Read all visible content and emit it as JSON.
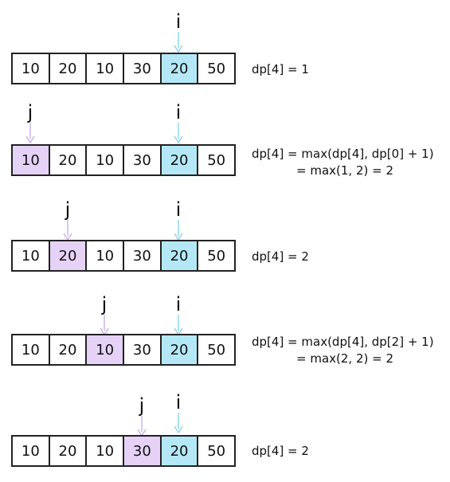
{
  "colors": {
    "i_highlight": "#b5e8f7",
    "j_highlight": "#e6d2f7",
    "i_arrow": "#8fd6ec",
    "j_arrow": "#cfb2ec",
    "border": "#222222"
  },
  "pointer_labels": {
    "i": "i",
    "j": "j"
  },
  "steps": [
    {
      "cells": [
        "10",
        "20",
        "10",
        "30",
        "20",
        "50"
      ],
      "i_index": 4,
      "j_index": null,
      "formula_line1": "dp[4] = 1",
      "formula_line2": ""
    },
    {
      "cells": [
        "10",
        "20",
        "10",
        "30",
        "20",
        "50"
      ],
      "i_index": 4,
      "j_index": 0,
      "formula_line1": "dp[4] = max(dp[4], dp[0] + 1)",
      "formula_line2": "= max(1, 2) = 2"
    },
    {
      "cells": [
        "10",
        "20",
        "10",
        "30",
        "20",
        "50"
      ],
      "i_index": 4,
      "j_index": 1,
      "formula_line1": "dp[4] = 2",
      "formula_line2": ""
    },
    {
      "cells": [
        "10",
        "20",
        "10",
        "30",
        "20",
        "50"
      ],
      "i_index": 4,
      "j_index": 2,
      "formula_line1": "dp[4] = max(dp[4], dp[2] + 1)",
      "formula_line2": "= max(2, 2) = 2"
    },
    {
      "cells": [
        "10",
        "20",
        "10",
        "30",
        "20",
        "50"
      ],
      "i_index": 4,
      "j_index": 3,
      "formula_line1": "dp[4] = 2",
      "formula_line2": ""
    }
  ]
}
